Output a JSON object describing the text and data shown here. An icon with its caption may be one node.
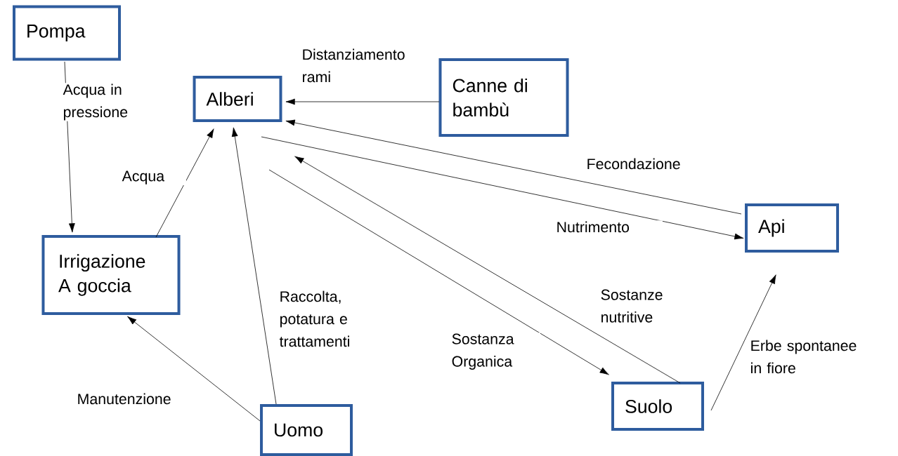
{
  "diagram": {
    "nodes": [
      {
        "text": [
          "Pompa"
        ]
      },
      {
        "text": [
          "Alberi"
        ]
      },
      {
        "text": [
          "Canne di bambù"
        ]
      },
      {
        "text": [
          "Irrigazione A goccia"
        ]
      },
      {
        "text": [
          "Api"
        ]
      },
      {
        "text": [
          "Uomo"
        ]
      },
      {
        "text": [
          "Suolo"
        ]
      }
    ],
    "edges": [
      {
        "from": 0,
        "to": 3,
        "arrow": "to",
        "label": "Acqua in pressione"
      },
      {
        "from": 3,
        "to": 1,
        "arrow": "to",
        "label": "Acqua"
      },
      {
        "from": 2,
        "to": 1,
        "arrow": "to",
        "label": "Distanziamento rami"
      },
      {
        "from": 4,
        "to": 1,
        "arrow": "to",
        "label": "Fecondazione"
      },
      {
        "from": 1,
        "to": 4,
        "arrow": "to",
        "label": "Nutrimento"
      },
      {
        "from": 1,
        "to": 6,
        "arrow": "to",
        "label": "Sostanza Organica"
      },
      {
        "from": 6,
        "to": 1,
        "arrow": "to",
        "label": "Sostanze nutritive"
      },
      {
        "from": 6,
        "to": 4,
        "arrow": "to",
        "label": "Erbe spontanee in fiore"
      },
      {
        "from": 5,
        "to": 3,
        "arrow": "to",
        "label": "Manutenzione"
      },
      {
        "from": 5,
        "to": 1,
        "arrow": "to",
        "label": "Raccolta, potatura e trattamenti"
      }
    ]
  }
}
